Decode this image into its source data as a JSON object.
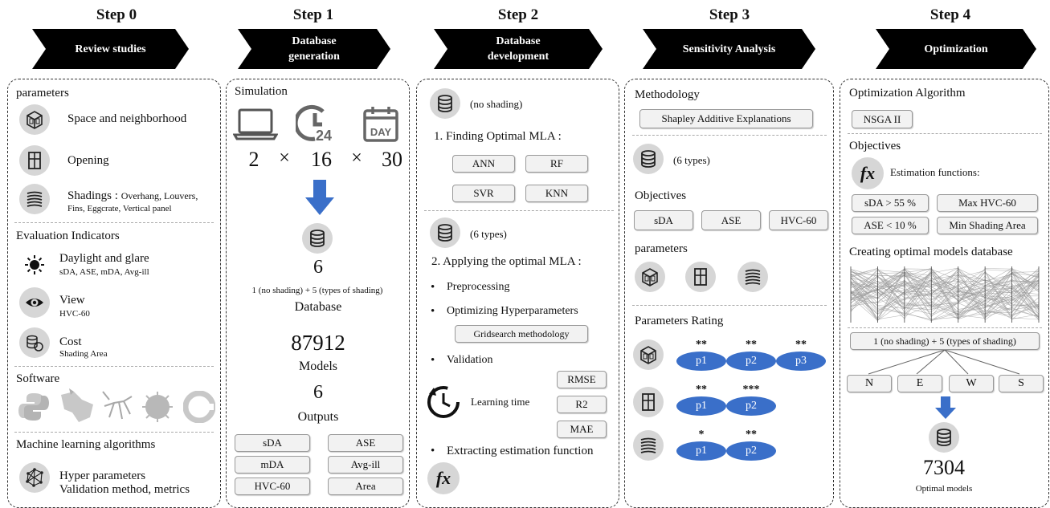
{
  "steps": [
    {
      "title": "Step 0",
      "banner": "Review studies"
    },
    {
      "title": "Step 1",
      "banner": "Database generation"
    },
    {
      "title": "Step 2",
      "banner": "Database development"
    },
    {
      "title": "Step 3",
      "banner": "Sensitivity Analysis"
    },
    {
      "title": "Step 4",
      "banner": "Optimization"
    }
  ],
  "step0": {
    "parameters": "parameters",
    "space": "Space and neighborhood",
    "opening": "Opening",
    "shadings": "Shadings :",
    "shadings_a": "Overhang, Louvers,",
    "shadings_b": "Fins, Eggcrate, Vertical panel",
    "eval": "Evaluation Indicators",
    "daylight": "Daylight and glare",
    "daylight_sub": "sDA, ASE, mDA, Avg-ill",
    "view": "View",
    "view_sub": "HVC-60",
    "cost": "Cost",
    "cost_sub": "Shading Area",
    "software": "Software",
    "ml": "Machine learning algorithms",
    "hyper": "Hyper parameters",
    "validation": "Validation method, metrics"
  },
  "step1": {
    "simulation": "Simulation",
    "day": "DAY",
    "n24": "24",
    "n1": "2",
    "x1": "×",
    "n2": "16",
    "x2": "×",
    "n3": "30",
    "db_count": "6",
    "db_desc": "1 (no shading) + 5 (types of shading)",
    "database": "Database",
    "models_count": "87912",
    "models": "Models",
    "outputs_count": "6",
    "outputs": "Outputs",
    "out_items": [
      "sDA",
      "ASE",
      "mDA",
      "Avg-ill",
      "HVC-60",
      "Area"
    ]
  },
  "step2": {
    "no_shading": "(no shading)",
    "finding": "1. Finding Optimal MLA :",
    "mla": [
      "ANN",
      "RF",
      "SVR",
      "KNN"
    ],
    "six_types": "(6 types)",
    "applying": "2. Applying the optimal MLA :",
    "bullet": "•",
    "preprocessing": "Preprocessing",
    "optimizing": "Optimizing Hyperparameters",
    "gridsearch": "Gridsearch methodology",
    "validation": "Validation",
    "learning": "Learning time",
    "metrics": [
      "RMSE",
      "R2",
      "MAE"
    ],
    "extracting": "Extracting estimation function",
    "fx": "fx"
  },
  "step3": {
    "methodology": "Methodology",
    "shapley": "Shapley Additive Explanations",
    "six_types": "(6 types)",
    "objectives": "Objectives",
    "obj_items": [
      "sDA",
      "ASE",
      "HVC-60"
    ],
    "parameters": "parameters",
    "rating": "Parameters Rating",
    "ratings": [
      {
        "labels": [
          "p1",
          "p2",
          "p3"
        ],
        "stars": [
          "**",
          "**",
          "**"
        ]
      },
      {
        "labels": [
          "p1",
          "p2"
        ],
        "stars": [
          "**",
          "***"
        ]
      },
      {
        "labels": [
          "p1",
          "p2"
        ],
        "stars": [
          "*",
          "**"
        ]
      }
    ]
  },
  "step4": {
    "algorithm": "Optimization Algorithm",
    "nsga": "NSGA II",
    "objectives": "Objectives",
    "fx": "fx",
    "estimation": "Estimation functions:",
    "obj_items": [
      "sDA > 55 %",
      "Max HVC-60",
      "ASE < 10 %",
      "Min Shading Area"
    ],
    "creating": "Creating optimal models database",
    "db_desc": "1 (no shading) + 5 (types of shading)",
    "orient": [
      "N",
      "E",
      "W",
      "S"
    ],
    "count": "7304",
    "optimal": "Optimal models"
  },
  "colors": {
    "banner": "#000000",
    "accent_blue": "#3a6fc9",
    "icon_bg": "#d6d6d6"
  }
}
